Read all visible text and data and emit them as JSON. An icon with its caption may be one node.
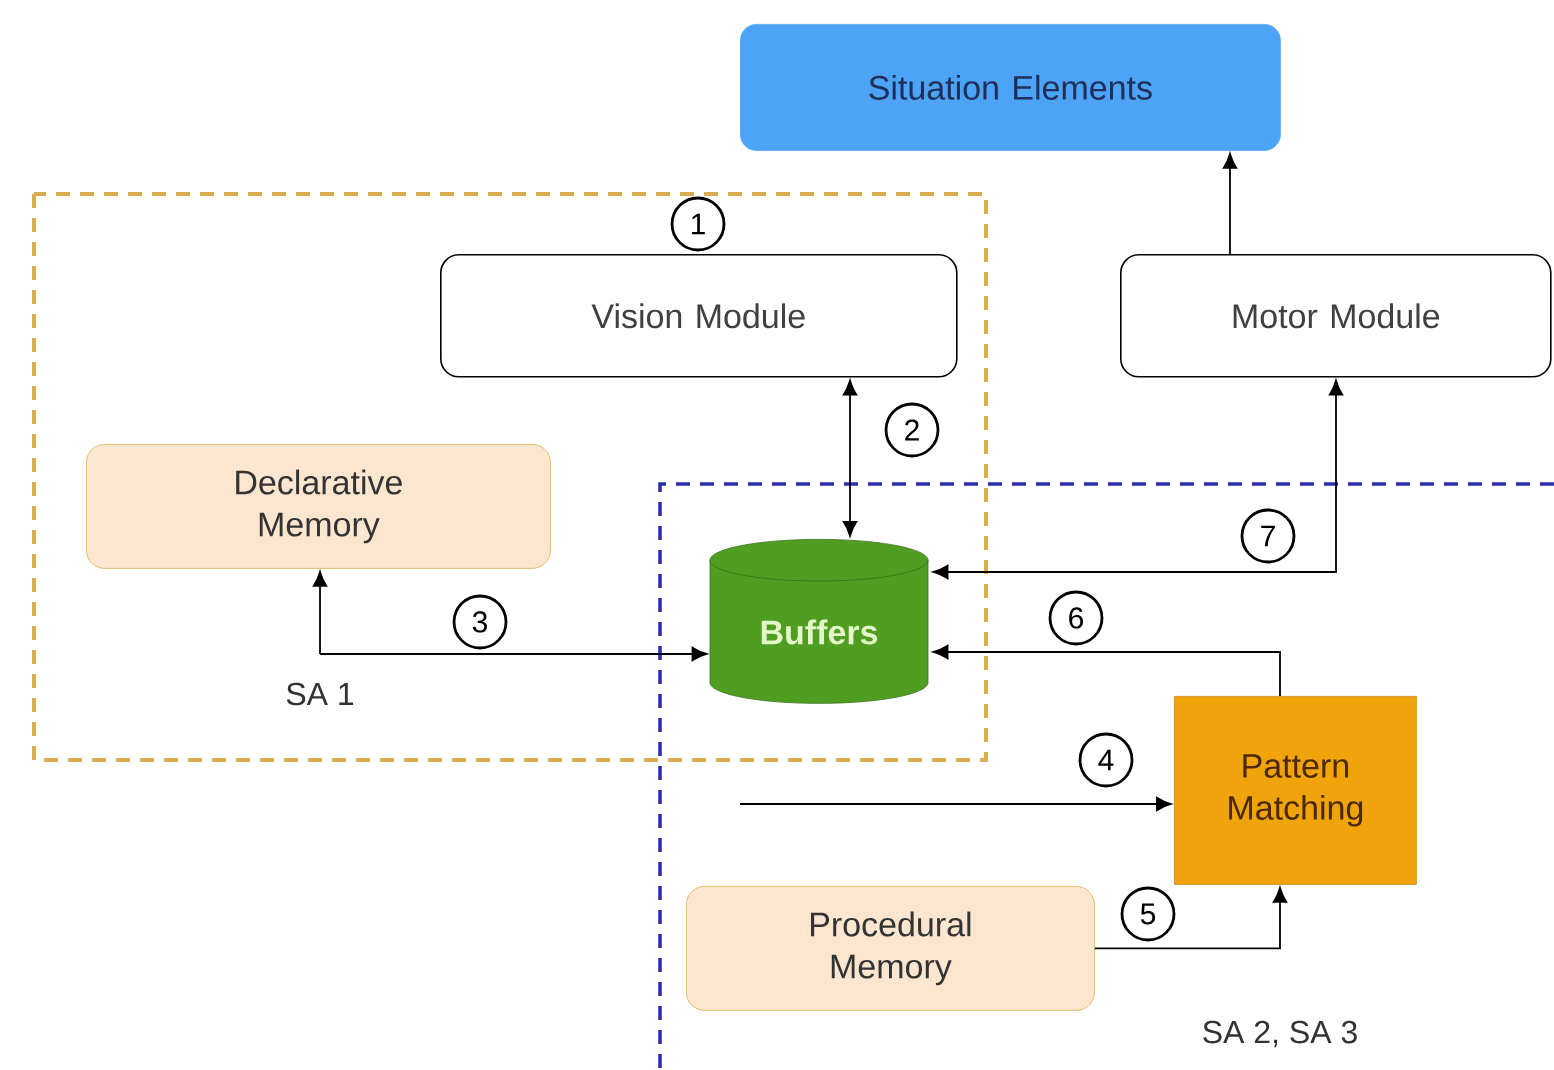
{
  "diagram": {
    "nodes": [
      {
        "text": [
          "Situation Elements"
        ]
      },
      {
        "text": [
          "SA 1"
        ]
      },
      {
        "text": [
          "Vision Module"
        ],
        "in": 1
      },
      {
        "text": [
          "Motor Module"
        ]
      },
      {
        "text": [
          "Declarative Memory"
        ],
        "in": 1
      },
      {
        "text": [
          "SA 2, SA 3"
        ]
      },
      {
        "text": [
          "Buffers"
        ]
      },
      {
        "text": [
          "Pattern Matching"
        ],
        "in": 5
      },
      {
        "text": [
          "Procedural Memory"
        ],
        "in": 5
      }
    ],
    "edges": [
      {
        "from": 3,
        "to": 0,
        "arrow": "to"
      },
      {
        "from": 2,
        "to": 6,
        "arrow": "both",
        "label": "2"
      },
      {
        "from": null,
        "to": 4,
        "arrow": "to"
      },
      {
        "from": null,
        "to": 6,
        "arrow": "to",
        "label": "3"
      },
      {
        "from": null,
        "to": 7,
        "arrow": "to",
        "label": "4"
      },
      {
        "from": 8,
        "to": 7,
        "arrow": "to",
        "label": "5"
      },
      {
        "from": 7,
        "to": 6,
        "arrow": "to",
        "label": "6"
      },
      {
        "from": 3,
        "to": 6,
        "arrow": "both",
        "label": "7"
      }
    ],
    "labels": [
      "1"
    ]
  }
}
